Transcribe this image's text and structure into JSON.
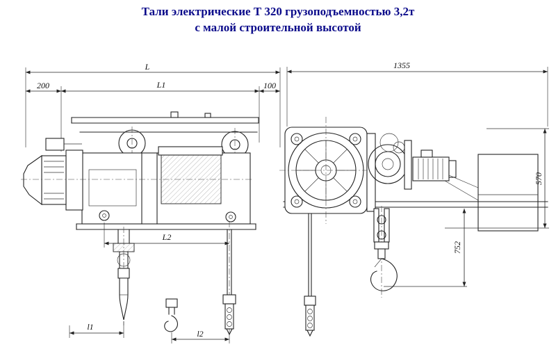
{
  "title": {
    "line1": "Тали электрические Т 320 грузоподъемностью 3,2т",
    "line2": "с малой строительной высотой"
  },
  "colors": {
    "title_text": "#0a0a8a",
    "line_work": "#222222",
    "background": "#ffffff"
  },
  "side_view": {
    "dim_overall_length": "L",
    "dim_left_offset": "200",
    "dim_trolley_base": "L1",
    "dim_right_offset": "100",
    "dim_hook_spacing": "L2",
    "dim_hook_left": "l1",
    "dim_hook_right": "l2"
  },
  "end_view": {
    "dim_overall_width": "1355",
    "dim_height": "570",
    "dim_hook_drop": "752"
  }
}
